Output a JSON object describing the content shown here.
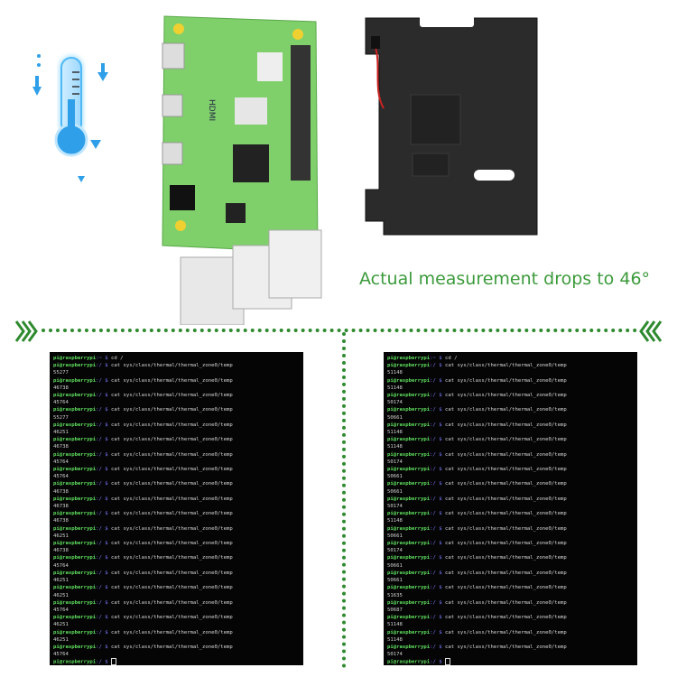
{
  "caption": "Actual measurement drops to 46°",
  "colors": {
    "accent_green": "#3c9a3c",
    "divider": "#2f8a2f",
    "terminal_bg": "#050505",
    "prompt_green": "#5fe05f"
  },
  "board_label": "HDMI",
  "terminal": {
    "user": "pi@raspberrypi",
    "first_dir": ":~ $ ",
    "first_cmd": "cd /",
    "dir": ":/ $ ",
    "cmd": "cat sys/class/thermal/thermal_zone0/temp"
  },
  "terminals": {
    "left": [
      "55277",
      "46738",
      "45764",
      "55277",
      "46251",
      "46738",
      "45764",
      "45764",
      "46738",
      "46738",
      "46738",
      "46251",
      "46738",
      "45764",
      "46251",
      "46251",
      "45764",
      "46251",
      "46251",
      "45764"
    ],
    "right": [
      "51148",
      "51148",
      "50174",
      "50661",
      "51148",
      "51148",
      "50174",
      "50661",
      "50661",
      "50174",
      "51148",
      "50661",
      "50174",
      "50661",
      "50661",
      "51635",
      "50687",
      "51148",
      "51148",
      "50174"
    ]
  },
  "icons": {
    "thermometer": "thermometer-cooling-icon",
    "chevron_left": "chevron-right-icon",
    "chevron_right": "chevron-left-icon"
  }
}
